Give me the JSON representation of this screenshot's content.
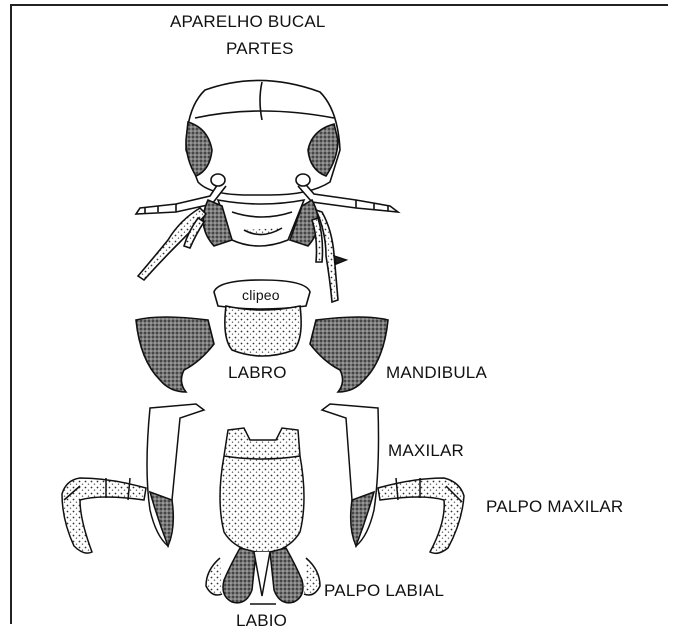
{
  "figure": {
    "title_line1": "APARELHO BUCAL",
    "title_line2": "PARTES",
    "labels": {
      "clipeo": "clipeo",
      "labro": "LABRO",
      "mandibula": "MANDIBULA",
      "maxilar": "MAXILAR",
      "palpo_maxilar": "PALPO MAXILAR",
      "palpo_labial": "PALPO LABIAL",
      "labio": "LABIO"
    }
  }
}
